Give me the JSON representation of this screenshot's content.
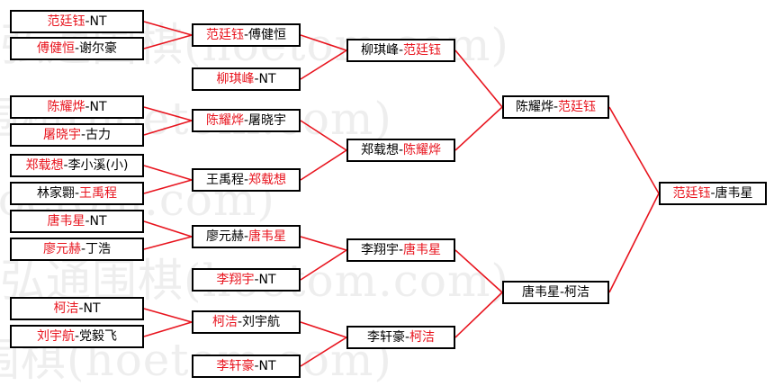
{
  "watermark": "弘通围棋(hoetom.com)",
  "colors": {
    "line": "#e8141e",
    "highlight": "#e8141e",
    "text": "#000000"
  },
  "rounds": [
    [
      {
        "id": "r1m1",
        "a": "范廷钰",
        "b": "NT",
        "winner": "a"
      },
      {
        "id": "r1m2",
        "a": "傅健恒",
        "b": "谢尔豪",
        "winner": "a"
      },
      {
        "id": "r1m3",
        "a": "陈耀烨",
        "b": "NT",
        "winner": "a"
      },
      {
        "id": "r1m4",
        "a": "屠晓宇",
        "b": "古力",
        "winner": "a"
      },
      {
        "id": "r1m5",
        "a": "郑载想",
        "b": "李小溪(小)",
        "winner": "a"
      },
      {
        "id": "r1m6",
        "a": "林家翾",
        "b": "王禹程",
        "winner": "b"
      },
      {
        "id": "r1m7",
        "a": "唐韦星",
        "b": "NT",
        "winner": "a"
      },
      {
        "id": "r1m8",
        "a": "廖元赫",
        "b": "丁浩",
        "winner": "a"
      },
      {
        "id": "r1m9",
        "a": "柯洁",
        "b": "NT",
        "winner": "a"
      },
      {
        "id": "r1m10",
        "a": "刘宇航",
        "b": "党毅飞",
        "winner": "a"
      }
    ],
    [
      {
        "id": "r2m1",
        "a": "范廷钰",
        "b": "傅健恒",
        "winner": "a"
      },
      {
        "id": "r2m2",
        "a": "柳琪峰",
        "b": "NT",
        "winner": "a"
      },
      {
        "id": "r2m3",
        "a": "陈耀烨",
        "b": "屠晓宇",
        "winner": "a"
      },
      {
        "id": "r2m4",
        "a": "王禹程",
        "b": "郑载想",
        "winner": "b"
      },
      {
        "id": "r2m5",
        "a": "廖元赫",
        "b": "唐韦星",
        "winner": "b"
      },
      {
        "id": "r2m6",
        "a": "李翔宇",
        "b": "NT",
        "winner": "a"
      },
      {
        "id": "r2m7",
        "a": "柯洁",
        "b": "刘宇航",
        "winner": "a"
      },
      {
        "id": "r2m8",
        "a": "李轩豪",
        "b": "NT",
        "winner": "a"
      }
    ],
    [
      {
        "id": "r3m1",
        "a": "柳琪峰",
        "b": "范廷钰",
        "winner": "b"
      },
      {
        "id": "r3m2",
        "a": "郑载想",
        "b": "陈耀烨",
        "winner": "b"
      },
      {
        "id": "r3m3",
        "a": "李翔宇",
        "b": "唐韦星",
        "winner": "b"
      },
      {
        "id": "r3m4",
        "a": "李轩豪",
        "b": "柯洁",
        "winner": "b"
      }
    ],
    [
      {
        "id": "r4m1",
        "a": "陈耀烨",
        "b": "范廷钰",
        "winner": "b"
      },
      {
        "id": "r4m2",
        "a": "唐韦星",
        "b": "柯洁",
        "winner": "none"
      }
    ],
    [
      {
        "id": "r5m1",
        "a": "范廷钰",
        "b": "唐韦星",
        "winner": "a"
      }
    ]
  ]
}
